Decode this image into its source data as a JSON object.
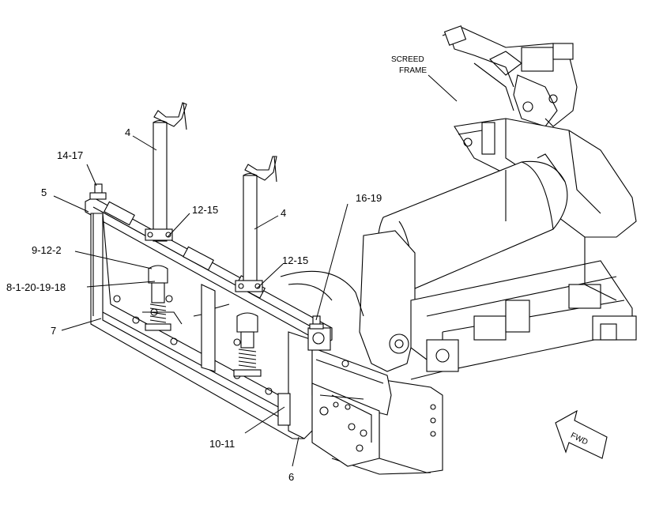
{
  "labels": {
    "screed_frame_line1": "SCREED",
    "screed_frame_line2": "FRAME",
    "l_4a": "4",
    "l_4b": "4",
    "l_14_17": "14-17",
    "l_5": "5",
    "l_12_15a": "12-15",
    "l_12_15b": "12-15",
    "l_16_19": "16-19",
    "l_9_12_2": "9-12-2",
    "l_8_1_20_19_18": "8-1-20-19-18",
    "l_7": "7",
    "l_10_11": "10-11",
    "l_6": "6",
    "fwd": "FWD"
  }
}
